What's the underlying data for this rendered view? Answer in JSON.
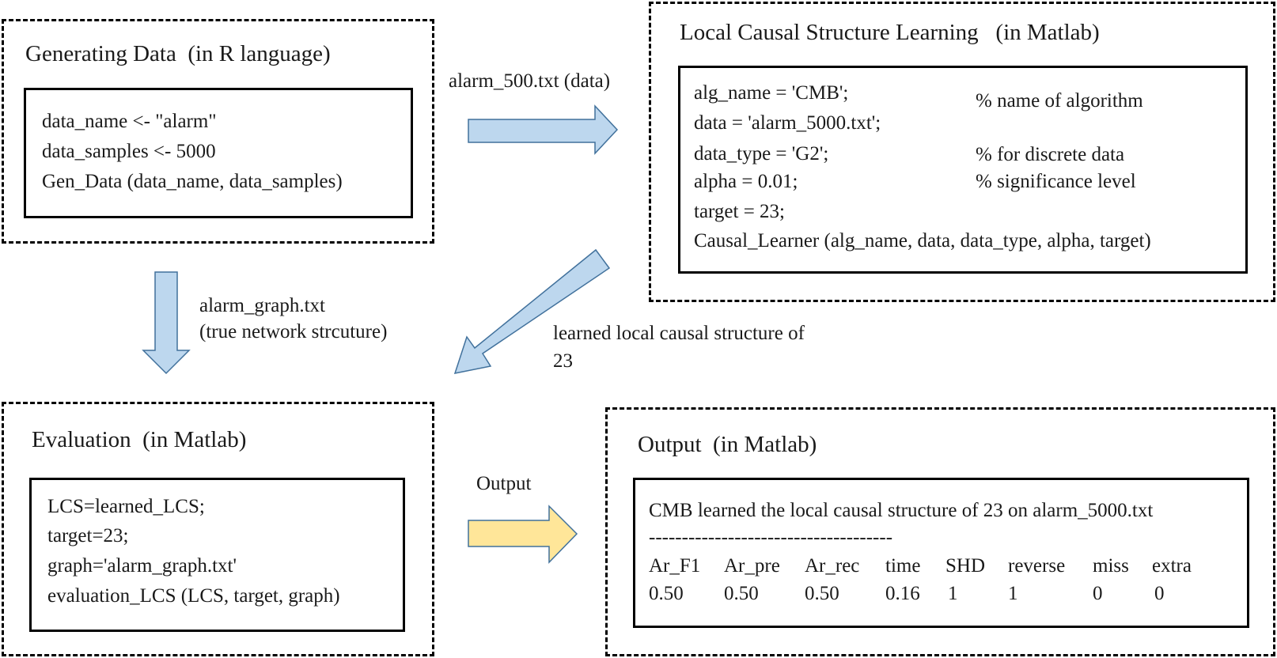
{
  "gen": {
    "title": "Generating Data  (in R language)",
    "lines": [
      "data_name <- \"alarm\"",
      "data_samples <- 5000",
      "Gen_Data (data_name, data_samples)"
    ]
  },
  "lcsl": {
    "title": "Local Causal Structure Learning   (in Matlab)",
    "code": [
      "alg_name = 'CMB';",
      "data = 'alarm_5000.txt';",
      "data_type = 'G2';",
      "alpha = 0.01;",
      "target = 23;",
      "Causal_Learner (alg_name, data, data_type, alpha, target)"
    ],
    "comments": [
      "% name of algorithm",
      "% for discrete data",
      "% significance level"
    ]
  },
  "eval": {
    "title": "Evaluation  (in Matlab)",
    "lines": [
      "LCS=learned_LCS;",
      "target=23;",
      "graph='alarm_graph.txt'",
      "evaluation_LCS (LCS, target, graph)"
    ]
  },
  "output": {
    "title": "Output  (in Matlab)",
    "heading": "CMB learned the local causal structure of 23 on alarm_5000.txt",
    "separator": "-------------------------------------",
    "headers": [
      "Ar_F1",
      "Ar_pre",
      "Ar_rec",
      "time",
      "SHD",
      "reverse",
      "miss",
      "extra"
    ],
    "values": [
      "0.50",
      "0.50",
      "0.50",
      "0.16",
      "1",
      "1",
      "0",
      "0"
    ]
  },
  "arrows": {
    "data_label": "alarm_500.txt (data)",
    "graph_label": [
      "alarm_graph.txt",
      "(true network strcuture)"
    ],
    "learned_label": [
      "learned local causal structure of",
      "23"
    ],
    "output_label": "Output"
  },
  "colors": {
    "blue_arrow": "#bdd7ee",
    "blue_stroke": "#41719c",
    "yellow_arrow": "#ffe699"
  }
}
